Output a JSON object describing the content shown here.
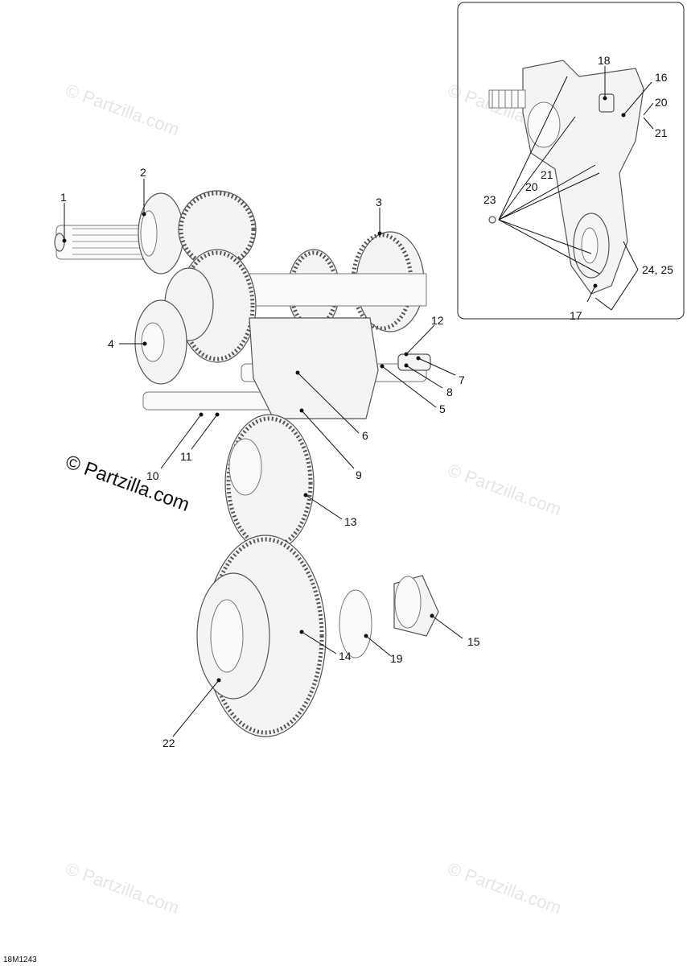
{
  "watermark": {
    "text": "© Partzilla.com"
  },
  "diagram_code": "18M1243",
  "callouts": {
    "c1": "1",
    "c2": "2",
    "c3": "3",
    "c4": "4",
    "c5": "5",
    "c6": "6",
    "c7": "7",
    "c8": "8",
    "c9": "9",
    "c10": "10",
    "c11": "11",
    "c12": "12",
    "c13": "13",
    "c14": "14",
    "c15": "15",
    "c16": "16",
    "c17": "17",
    "c18": "18",
    "c19": "19",
    "c20a": "20",
    "c20b": "20",
    "c21a": "21",
    "c21b": "21",
    "c22": "22",
    "c23": "23",
    "c2425": "24, 25"
  }
}
